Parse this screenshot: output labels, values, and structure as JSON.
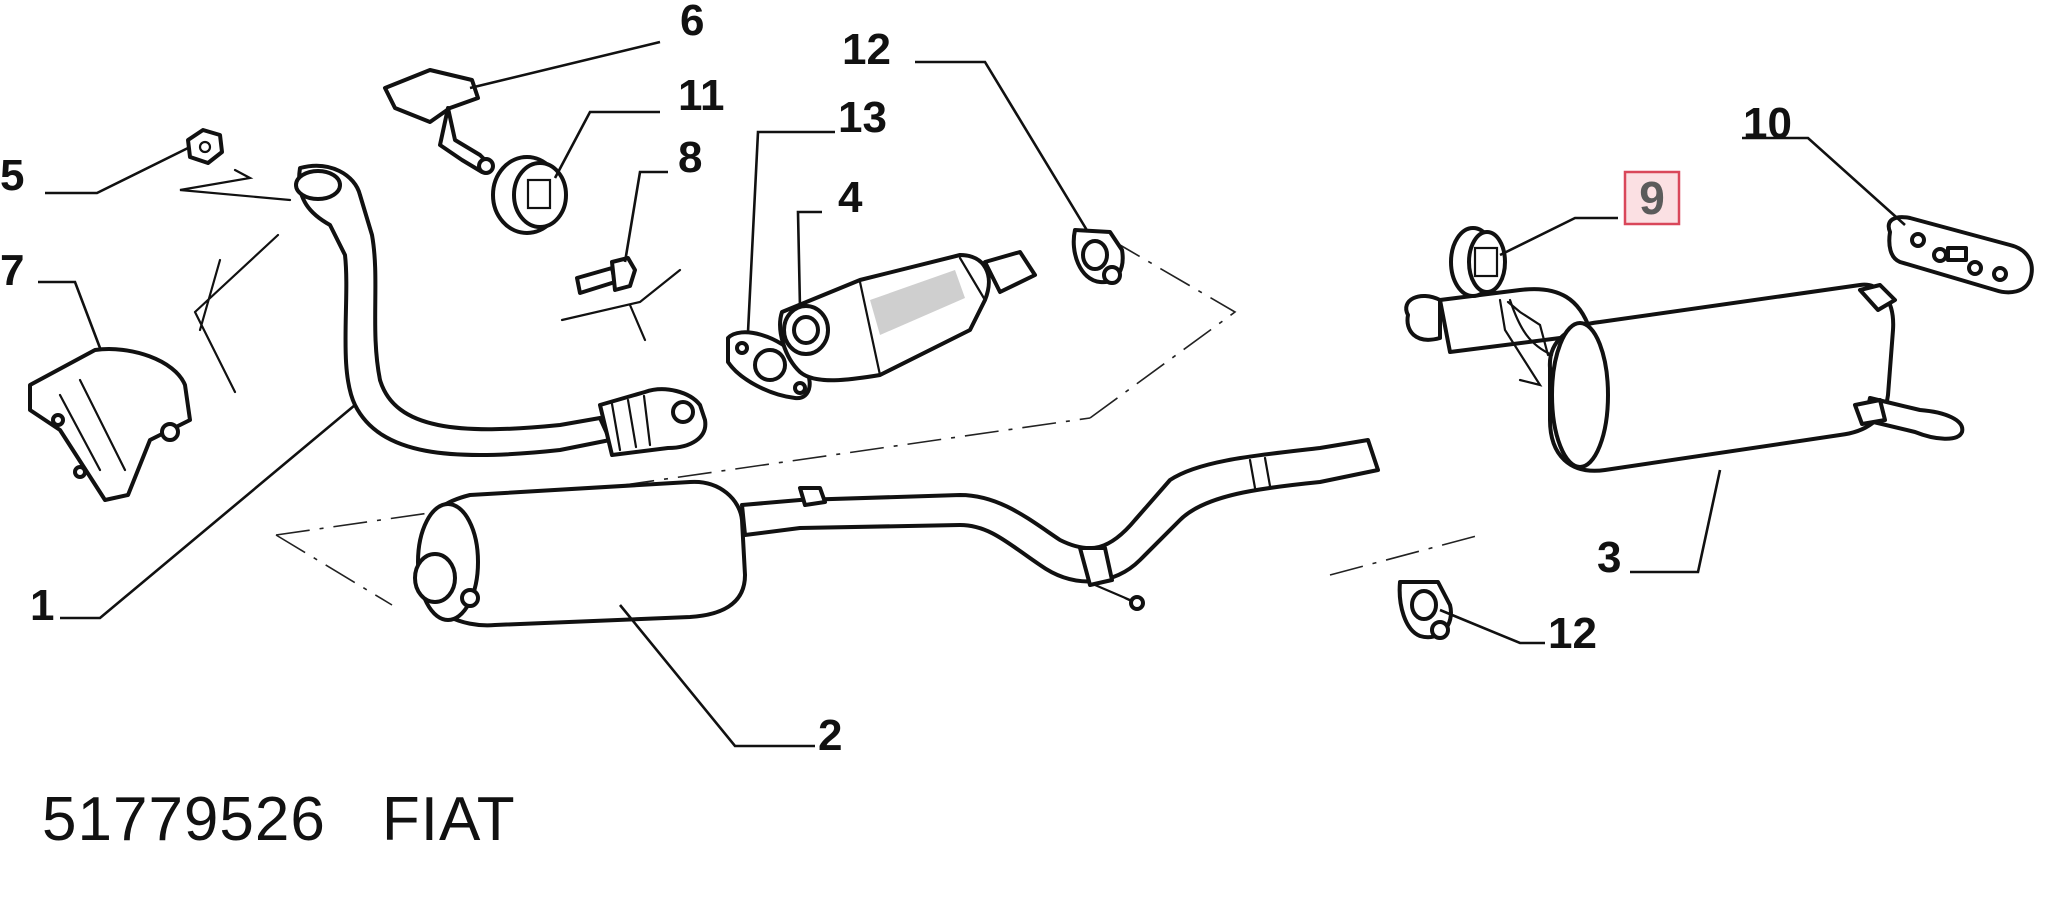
{
  "callouts": {
    "c1": "1",
    "c2": "2",
    "c3": "3",
    "c4": "4",
    "c5": "5",
    "c6": "6",
    "c7": "7",
    "c8": "8",
    "c9": "9",
    "c10": "10",
    "c11": "11",
    "c12a": "12",
    "c12b": "12",
    "c13": "13"
  },
  "highlighted_callout": "9",
  "colors": {
    "highlight_fill": "#fbe0e3",
    "highlight_border": "#d9475a",
    "line": "#111111"
  },
  "footer": {
    "part_number": "51779526",
    "brand": "FIAT"
  }
}
